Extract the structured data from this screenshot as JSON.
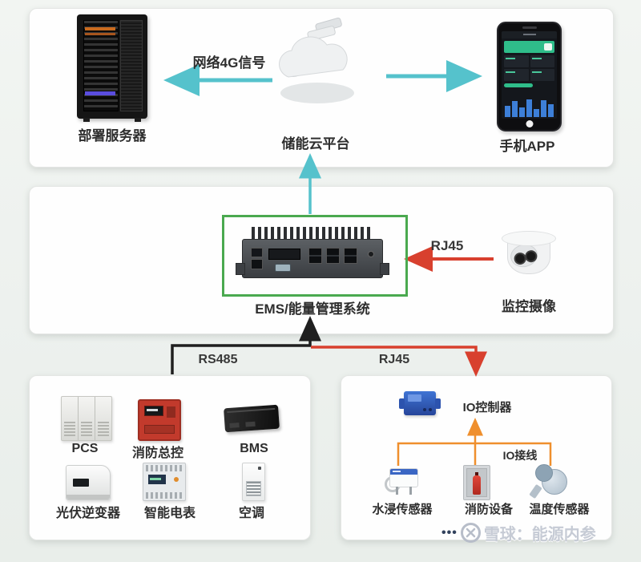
{
  "colors": {
    "cyan": "#55c2cc",
    "red": "#d8402e",
    "green": "#4aa94f",
    "orange": "#ef8f2d",
    "line-dark": "#1f1f1f"
  },
  "cloud_layer": {
    "server_label": "部署服务器",
    "signal_label": "网络4G信号",
    "cloud_label": "储能云平台",
    "app_label": "手机APP"
  },
  "ems_layer": {
    "ems_label": "EMS/能量管理系统",
    "camera_link_label": "RJ45",
    "camera_label": "监控摄像"
  },
  "links": {
    "rs485_label": "RS485",
    "rj45_label": "RJ45"
  },
  "device_panel": {
    "items": [
      {
        "label": "PCS"
      },
      {
        "label": "消防总控"
      },
      {
        "label": "BMS"
      },
      {
        "label": "光伏逆变器"
      },
      {
        "label": "智能电表"
      },
      {
        "label": "空调"
      }
    ]
  },
  "io_panel": {
    "controller_label": "IO控制器",
    "wiring_label": "IO接线",
    "items": [
      {
        "label": "水浸传感器"
      },
      {
        "label": "消防设备"
      },
      {
        "label": "温度传感器"
      }
    ]
  },
  "watermark": {
    "dots": "•••",
    "text": "雪球：能源内参"
  }
}
